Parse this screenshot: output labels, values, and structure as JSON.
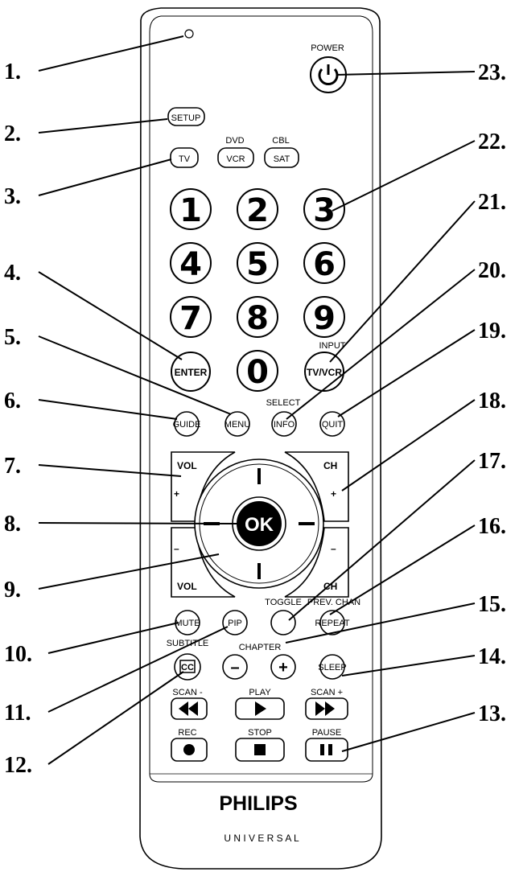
{
  "callouts": [
    "1.",
    "2.",
    "3.",
    "4.",
    "5.",
    "6.",
    "7.",
    "8.",
    "9.",
    "10.",
    "11.",
    "12.",
    "13.",
    "14.",
    "15.",
    "16.",
    "17.",
    "18.",
    "19.",
    "20.",
    "21.",
    "22.",
    "23."
  ],
  "labels": {
    "power": "POWER",
    "setup": "SETUP",
    "dvd": "DVD",
    "cbl": "CBL",
    "tv": "TV",
    "vcr": "VCR",
    "sat": "SAT",
    "digits": [
      "1",
      "2",
      "3",
      "4",
      "5",
      "6",
      "7",
      "8",
      "9",
      "0"
    ],
    "enter": "ENTER",
    "input": "INPUT",
    "tvvcr": "TV/VCR",
    "select": "SELECT",
    "guide": "GUIDE",
    "menu": "MENU",
    "info": "INFO",
    "quit": "QUIT",
    "vol": "VOL",
    "ch": "CH",
    "plus": "+",
    "minus": "–",
    "ok": "OK",
    "toggle": "TOGGLE",
    "prevchan": "PREV. CHAN",
    "mute": "MUTE",
    "pip": "PIP",
    "repeat": "REPEAT",
    "subtitle": "SUBTITLE",
    "chapter": "CHAPTER",
    "cc": "CC",
    "sleep": "SLEEP",
    "scanminus": "SCAN -",
    "play": "PLAY",
    "scanplus": "SCAN +",
    "rec": "REC",
    "stop": "STOP",
    "pause": "PAUSE",
    "brand": "PHILIPS",
    "universal": "U N I V E R S A L"
  },
  "colors": {
    "ink": "#000000",
    "body": "#ffffff"
  }
}
